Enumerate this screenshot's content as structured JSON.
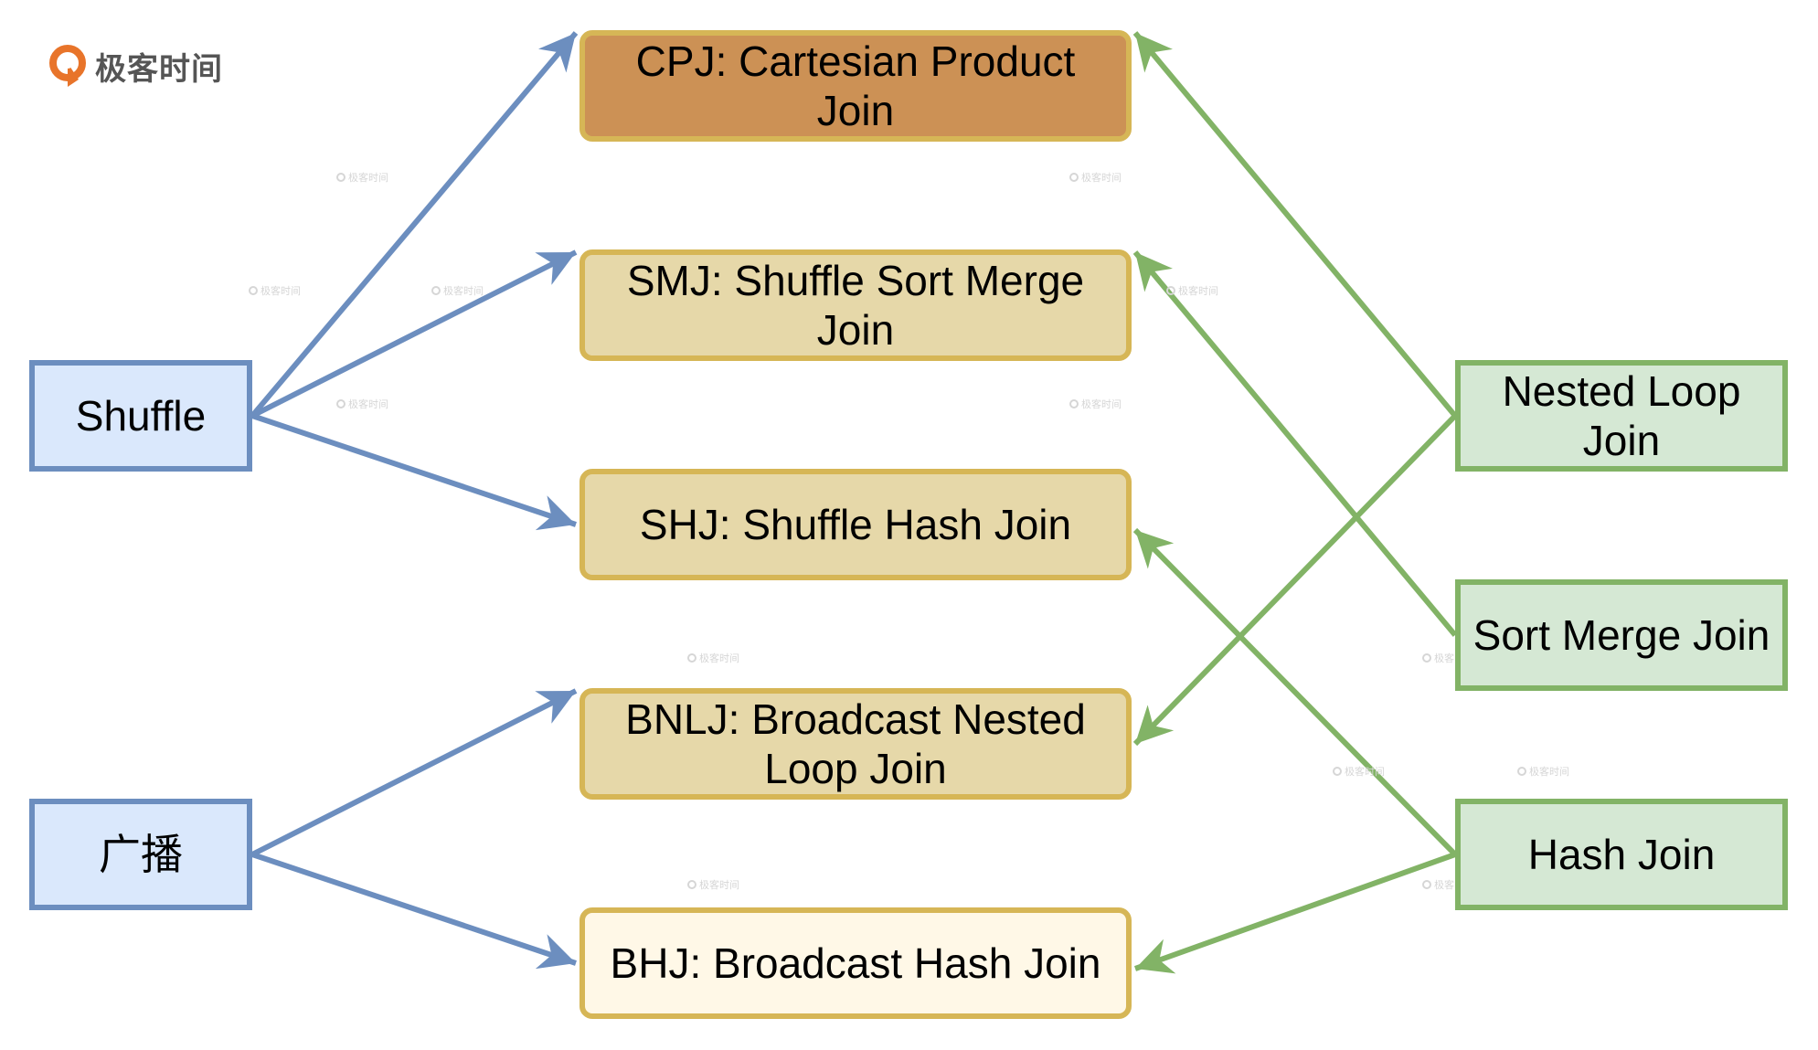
{
  "logo": {
    "text": "极客时间",
    "icon": "geektime-logo-icon",
    "color": "#e8742a"
  },
  "watermark_text": "极客时间",
  "colors": {
    "distribution_fill": "#dae8fc",
    "distribution_stroke": "#6c8ebf",
    "strategy_stroke": "#d6b656",
    "strategy_fill_cpj": "#cc9155",
    "strategy_fill_default": "#e6d8a9",
    "strategy_fill_bhj": "#fff8e7",
    "implementation_fill": "#d5e8d4",
    "implementation_stroke": "#82b366"
  },
  "distribution_methods": [
    {
      "id": "shuffle",
      "label": "Shuffle"
    },
    {
      "id": "broadcast",
      "label": "广播"
    }
  ],
  "join_strategies": [
    {
      "id": "cpj",
      "label": "CPJ: Cartesian Product Join"
    },
    {
      "id": "smj",
      "label": "SMJ: Shuffle Sort Merge Join"
    },
    {
      "id": "shj",
      "label": "SHJ: Shuffle Hash Join"
    },
    {
      "id": "bnlj",
      "label": "BNLJ: Broadcast Nested Loop Join"
    },
    {
      "id": "bhj",
      "label": "BHJ: Broadcast Hash Join"
    }
  ],
  "join_implementations": [
    {
      "id": "nlj",
      "label": "Nested Loop Join"
    },
    {
      "id": "smj_impl",
      "label": "Sort Merge Join"
    },
    {
      "id": "hj",
      "label": "Hash Join"
    }
  ],
  "edges": [
    {
      "from": "shuffle",
      "to": "cpj"
    },
    {
      "from": "shuffle",
      "to": "smj"
    },
    {
      "from": "shuffle",
      "to": "shj"
    },
    {
      "from": "broadcast",
      "to": "bnlj"
    },
    {
      "from": "broadcast",
      "to": "bhj"
    },
    {
      "from": "nlj",
      "to": "cpj"
    },
    {
      "from": "nlj",
      "to": "bnlj"
    },
    {
      "from": "smj_impl",
      "to": "smj"
    },
    {
      "from": "hj",
      "to": "shj"
    },
    {
      "from": "hj",
      "to": "bhj"
    }
  ]
}
